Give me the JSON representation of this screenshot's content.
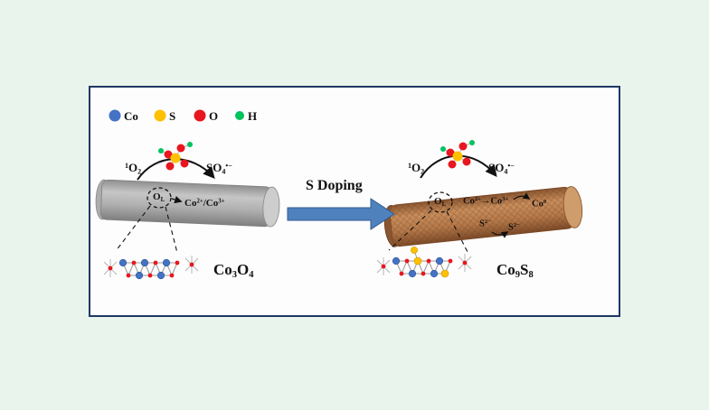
{
  "palette": {
    "background": "#e9f4ec",
    "panel_border": "#1f3864",
    "co_blue": "#4472c4",
    "s_yellow": "#ffc000",
    "o_red": "#e8161e",
    "h_green": "#00c25e",
    "arrow_blue": "#4f81bd"
  },
  "legend": {
    "items": [
      {
        "label": "Co",
        "color": "#4472c4"
      },
      {
        "label": "S",
        "color": "#ffc000"
      },
      {
        "label": "O",
        "color": "#e8161e"
      },
      {
        "label": "H",
        "color": "#00c25e"
      }
    ]
  },
  "arrow": {
    "label": "S Doping",
    "fill": "#4f81bd"
  },
  "left": {
    "singlet_o2": {
      "sup": "1",
      "base": "O",
      "sub": "2"
    },
    "so4": {
      "base": "SO",
      "sub": "4",
      "sup": "•−"
    },
    "lattice_o": {
      "base": "O",
      "sub": "L"
    },
    "co_states": {
      "seg1": "Co",
      "sup1": "2+",
      "seg2": "/Co",
      "sup2": "3+"
    },
    "formula": {
      "seg1": "Co",
      "sub1": "3",
      "seg2": "O",
      "sub2": "4"
    }
  },
  "right": {
    "singlet_o2": {
      "sup": "1",
      "base": "O",
      "sub": "2"
    },
    "so4": {
      "base": "SO",
      "sub": "4",
      "sup": "•−"
    },
    "lattice_o": {
      "base": "O",
      "sub": "L"
    },
    "co_transition": {
      "seg1": "Co",
      "sup1": "2+",
      "arrow": "→",
      "seg2": "Co",
      "sup2": "3+"
    },
    "co_zero": {
      "base": "Co",
      "sup": "0"
    },
    "sulfide_a": {
      "base": "S",
      "sup": "2−"
    },
    "sulfide_b": {
      "base": "S",
      "sup": "2−"
    },
    "formula": {
      "seg1": "Co",
      "sub1": "9",
      "seg2": "S",
      "sub2": "8"
    }
  }
}
